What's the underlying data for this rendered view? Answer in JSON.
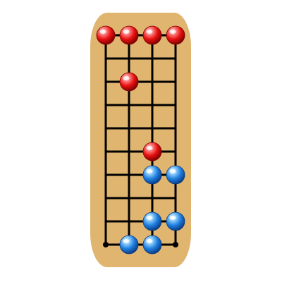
{
  "board": {
    "background_color": "#E0B570",
    "line_color": "#000000",
    "columns": 4,
    "rows": 10
  },
  "pieces": [
    {
      "color": "red",
      "col": 0,
      "row": 0
    },
    {
      "color": "red",
      "col": 1,
      "row": 0
    },
    {
      "color": "red",
      "col": 2,
      "row": 0
    },
    {
      "color": "red",
      "col": 3,
      "row": 0
    },
    {
      "color": "red",
      "col": 1,
      "row": 2
    },
    {
      "color": "red",
      "col": 2,
      "row": 5
    },
    {
      "color": "blue",
      "col": 2,
      "row": 6
    },
    {
      "color": "blue",
      "col": 3,
      "row": 6
    },
    {
      "color": "blue",
      "col": 2,
      "row": 8
    },
    {
      "color": "blue",
      "col": 3,
      "row": 8
    },
    {
      "color": "blue",
      "col": 1,
      "row": 9
    },
    {
      "color": "blue",
      "col": 2,
      "row": 9
    }
  ],
  "colors": {
    "red": {
      "light": "#FF9A9A",
      "base": "#E81010",
      "dark": "#7A0000"
    },
    "blue": {
      "light": "#A8DDFF",
      "base": "#1E7FE0",
      "dark": "#0A3A80"
    }
  }
}
